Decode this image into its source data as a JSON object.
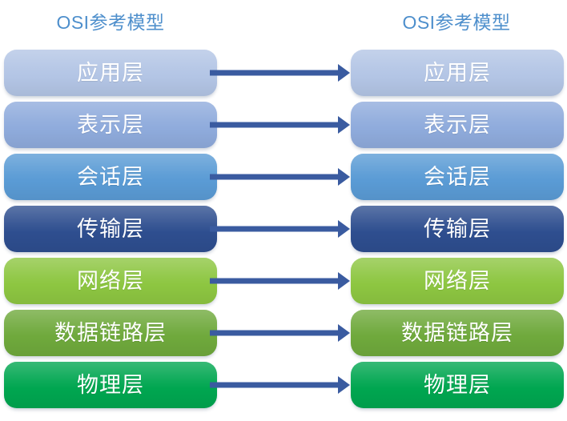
{
  "diagram": {
    "type": "osi-layer-mapping",
    "background_color": "#FFFFFF",
    "arrow_color": "#3A5BA0",
    "title_color": "#4E8FCC",
    "label_color": "#FFFFFF",
    "left_column": {
      "title": "OSI参考模型",
      "layers": [
        {
          "label": "应用层",
          "color": "#B3C5E5"
        },
        {
          "label": "表示层",
          "color": "#8FABDC"
        },
        {
          "label": "会话层",
          "color": "#5A9BD5"
        },
        {
          "label": "传输层",
          "color": "#2E4E8F"
        },
        {
          "label": "网络层",
          "color": "#8DC641"
        },
        {
          "label": "数据链路层",
          "color": "#6FA93C"
        },
        {
          "label": "物理层",
          "color": "#00A650"
        }
      ]
    },
    "right_column": {
      "title": "OSI参考模型",
      "layers": [
        {
          "label": "应用层",
          "color": "#B3C5E5"
        },
        {
          "label": "表示层",
          "color": "#8FABDC"
        },
        {
          "label": "会话层",
          "color": "#5A9BD5"
        },
        {
          "label": "传输层",
          "color": "#2E4E8F"
        },
        {
          "label": "网络层",
          "color": "#8DC641"
        },
        {
          "label": "数据链路层",
          "color": "#6FA93C"
        },
        {
          "label": "物理层",
          "color": "#00A650"
        }
      ]
    },
    "connectors": [
      {
        "from": "应用层",
        "to": "应用层",
        "direction": "right"
      },
      {
        "from": "表示层",
        "to": "表示层",
        "direction": "right"
      },
      {
        "from": "会话层",
        "to": "会话层",
        "direction": "right"
      },
      {
        "from": "传输层",
        "to": "传输层",
        "direction": "right"
      },
      {
        "from": "网络层",
        "to": "网络层",
        "direction": "right"
      },
      {
        "from": "数据链路层",
        "to": "数据链路层",
        "direction": "right"
      },
      {
        "from": "物理层",
        "to": "物理层",
        "direction": "right"
      }
    ]
  }
}
